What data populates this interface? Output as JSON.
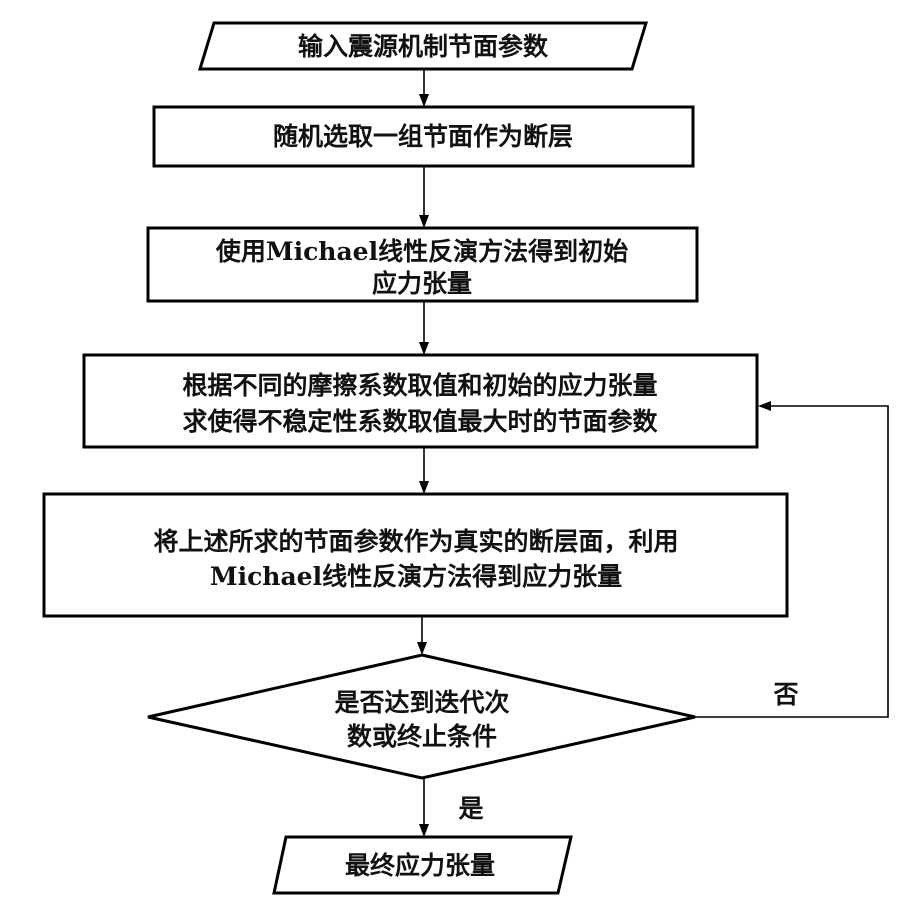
{
  "diagram": {
    "type": "flowchart",
    "nodes": [
      {
        "id": "input-params",
        "shape": "parallelogram",
        "lines": [
          "输入震源机制节面参数"
        ]
      },
      {
        "id": "random-select",
        "shape": "rectangle",
        "lines": [
          "随机选取一组节面作为断层"
        ]
      },
      {
        "id": "initial-stress",
        "shape": "rectangle",
        "lines": [
          "使用Michael线性反演方法得到初始",
          "应力张量"
        ]
      },
      {
        "id": "max-instability",
        "shape": "rectangle",
        "lines": [
          "根据不同的摩擦系数取值和初始的应力张量",
          "求使得不稳定性系数取值最大时的节面参数"
        ]
      },
      {
        "id": "invert-stress",
        "shape": "rectangle",
        "lines": [
          "将上述所求的节面参数作为真实的断层面，利用",
          "Michael线性反演方法得到应力张量"
        ]
      },
      {
        "id": "check-condition",
        "shape": "diamond",
        "lines": [
          "是否达到迭代次",
          "数或终止条件"
        ]
      },
      {
        "id": "final-stress",
        "shape": "parallelogram",
        "lines": [
          "最终应力张量"
        ]
      }
    ],
    "edges": [
      {
        "from": "input-params",
        "to": "random-select",
        "label": ""
      },
      {
        "from": "random-select",
        "to": "initial-stress",
        "label": ""
      },
      {
        "from": "initial-stress",
        "to": "max-instability",
        "label": ""
      },
      {
        "from": "max-instability",
        "to": "invert-stress",
        "label": ""
      },
      {
        "from": "invert-stress",
        "to": "check-condition",
        "label": ""
      },
      {
        "from": "check-condition",
        "to": "max-instability",
        "label": "否"
      },
      {
        "from": "check-condition",
        "to": "final-stress",
        "label": "是"
      }
    ],
    "colors": {
      "stroke": "#000000",
      "fill": "#ffffff",
      "text": "#111111"
    }
  }
}
